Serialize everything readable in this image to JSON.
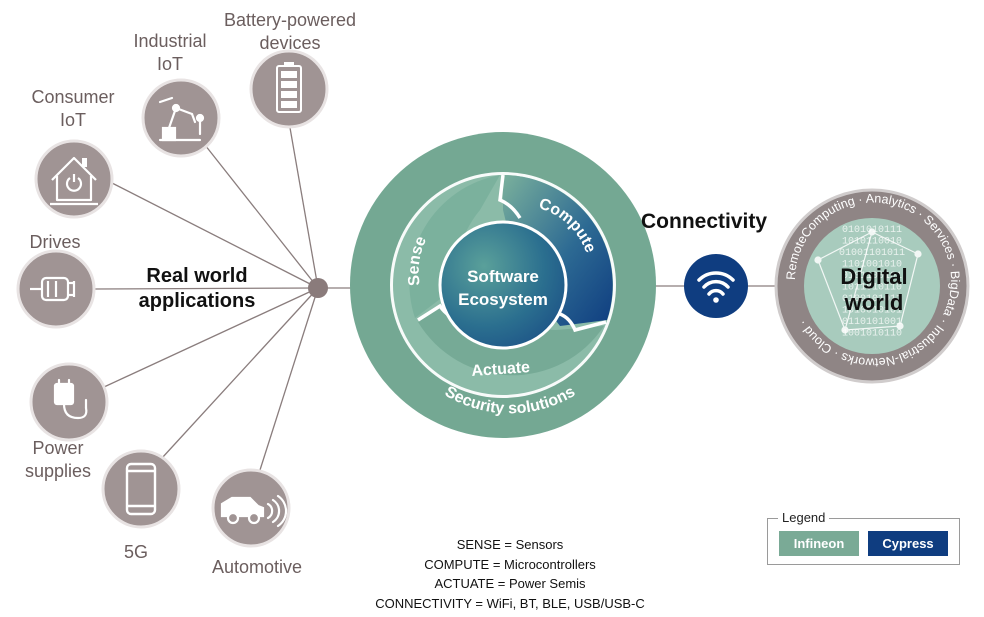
{
  "applications": [
    {
      "id": "battery",
      "label": [
        "Battery-powered",
        "devices"
      ],
      "icon": "battery-icon"
    },
    {
      "id": "industrial",
      "label": [
        "Industrial",
        "IoT"
      ],
      "icon": "robot-arm-icon"
    },
    {
      "id": "consumer",
      "label": [
        "Consumer",
        "IoT"
      ],
      "icon": "smart-home-icon"
    },
    {
      "id": "drives",
      "label": [
        "Drives"
      ],
      "icon": "motor-icon"
    },
    {
      "id": "power",
      "label": [
        "Power",
        "supplies"
      ],
      "icon": "charger-plug-icon"
    },
    {
      "id": "fiveg",
      "label": [
        "5G"
      ],
      "icon": "smartphone-icon"
    },
    {
      "id": "automotive",
      "label": [
        "Automotive"
      ],
      "icon": "car-sensor-icon"
    }
  ],
  "hub_label": [
    "Real world",
    "applications"
  ],
  "center": {
    "core": [
      "Software",
      "Ecosystem"
    ],
    "segments": {
      "sense": "Sense",
      "compute": "Compute",
      "actuate": "Actuate"
    },
    "ring": "Security solutions"
  },
  "connectivity": {
    "title": "Connectivity",
    "icon": "wifi-icon"
  },
  "digital": {
    "title": [
      "Digital",
      "world"
    ],
    "ring_text": "RemoteComputing · Analytics · Services · BigData · Industrial-Networks · Cloud ·",
    "binary": [
      "0101010111",
      "1010110010",
      "01001101011",
      "1101001010",
      "0101100101",
      "1011010110",
      "0100101011",
      "1010010101",
      "0110101001",
      "1001010110"
    ]
  },
  "glossary": [
    "SENSE = Sensors",
    "COMPUTE = Microcontrollers",
    "ACTUATE = Power Semis",
    "CONNECTIVITY = WiFi, BT, BLE, USB/USB-C"
  ],
  "legend": {
    "title": "Legend",
    "items": [
      {
        "label": "Infineon",
        "color": "#7aaa96"
      },
      {
        "label": "Cypress",
        "color": "#0f3d80"
      }
    ]
  },
  "colors": {
    "app_circle": "#a09494",
    "app_circle_border": "#e8e3e3",
    "line": "#8a7d7d",
    "hub": "#8a7b7b",
    "green": "#74a893",
    "green_light": "#8bbba8",
    "navy": "#0f3d80",
    "digital_ring": "#8f8585",
    "digital_inner": "#a8cbbd"
  }
}
